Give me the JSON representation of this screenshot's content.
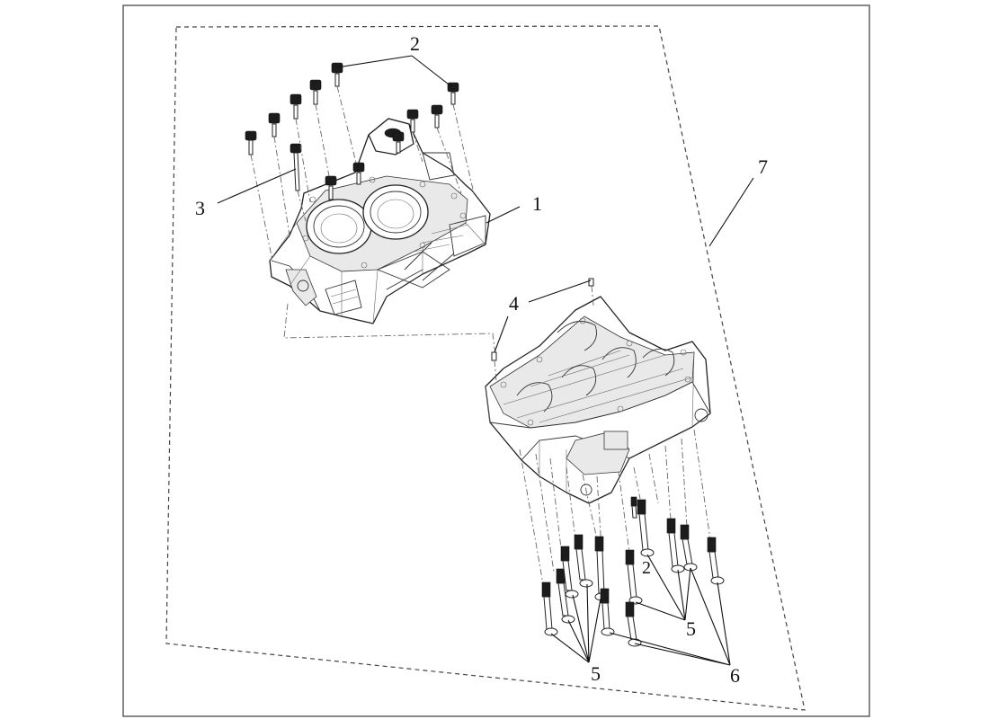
{
  "diagram": {
    "callouts": [
      {
        "id": "upper-crankcase",
        "label": "1"
      },
      {
        "id": "upper-bolts",
        "label": "2"
      },
      {
        "id": "long-bolt",
        "label": "3"
      },
      {
        "id": "dowels",
        "label": "4"
      },
      {
        "id": "lower-bolts-left",
        "label": "5"
      },
      {
        "id": "lower-bolts-right",
        "label": "5"
      },
      {
        "id": "main-bolts",
        "label": "6"
      },
      {
        "id": "crankcase-assembly",
        "label": "7"
      },
      {
        "id": "lower-bolt-group-2",
        "label": "2"
      }
    ]
  }
}
